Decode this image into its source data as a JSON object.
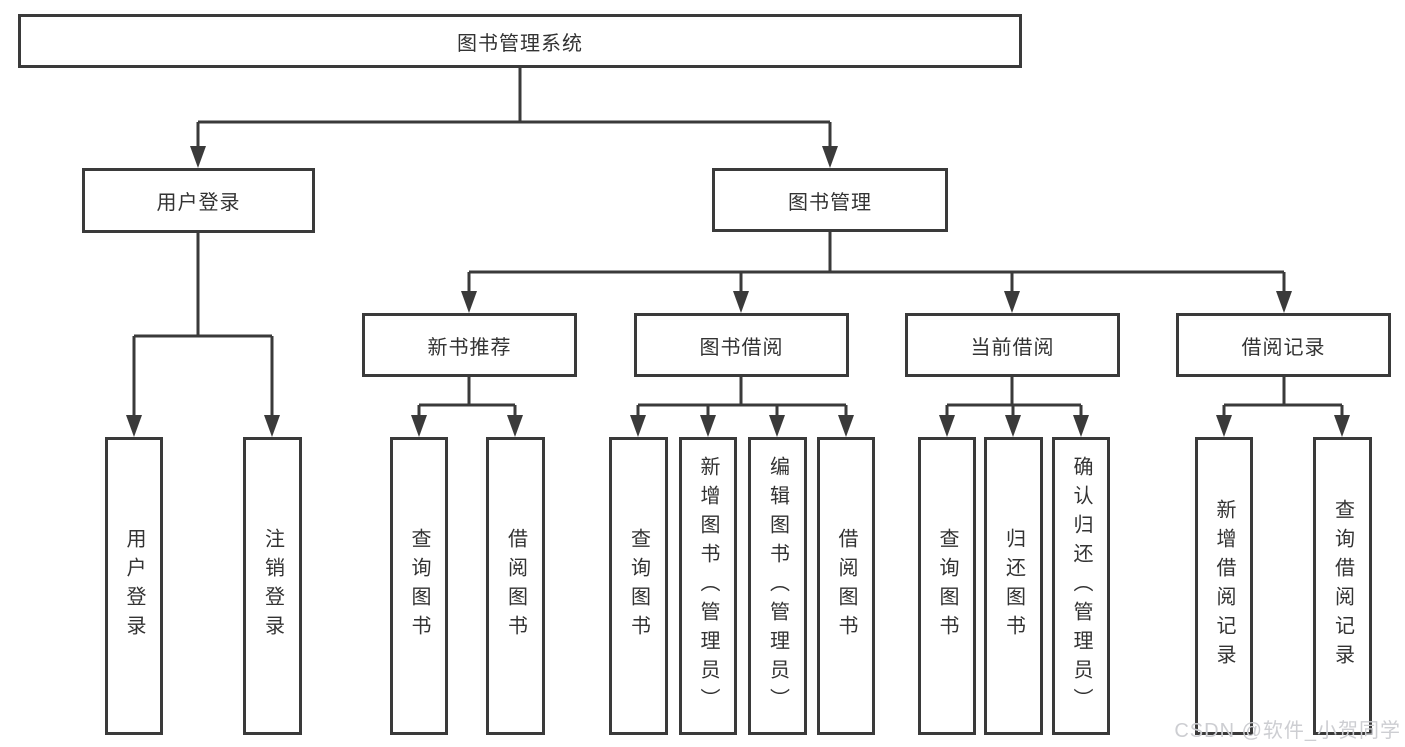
{
  "tree": {
    "root": "图书管理系统",
    "user": {
      "label": "用户登录",
      "children": [
        "用户登录",
        "注销登录"
      ]
    },
    "mgmt": {
      "label": "图书管理",
      "groups": [
        {
          "label": "新书推荐",
          "children": [
            "查询图书",
            "借阅图书"
          ]
        },
        {
          "label": "图书借阅",
          "children": [
            "查询图书",
            "新增图书（管理员）",
            "编辑图书（管理员）",
            "借阅图书"
          ]
        },
        {
          "label": "当前借阅",
          "children": [
            "查询图书",
            "归还图书",
            "确认归还（管理员）"
          ]
        },
        {
          "label": "借阅记录",
          "children": [
            "新增借阅记录",
            "查询借阅记录"
          ]
        }
      ]
    }
  },
  "watermark": "CSDN @软件_小贺同学",
  "colors": {
    "line": "#3a3a3a",
    "text": "#333333",
    "watermark": "#cdced2"
  }
}
